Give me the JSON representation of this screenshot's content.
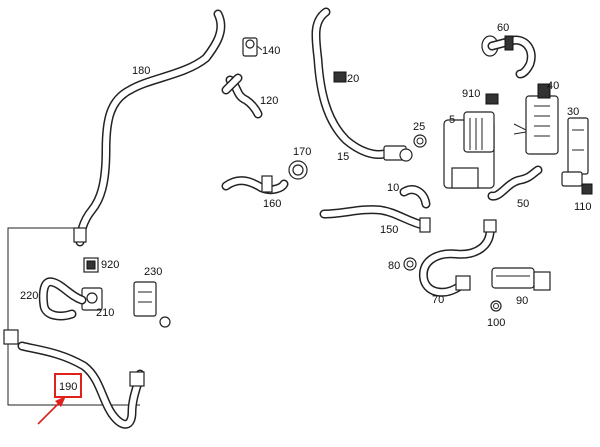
{
  "diagram": {
    "part_labels": [
      "180",
      "140",
      "120",
      "20",
      "60",
      "40",
      "910",
      "5",
      "25",
      "30",
      "170",
      "15",
      "10",
      "160",
      "150",
      "110",
      "50",
      "920",
      "230",
      "80",
      "220",
      "210",
      "90",
      "70",
      "100",
      "190"
    ],
    "highlight": {
      "label": "190",
      "color": "#e0201a"
    },
    "line_color": "#222222"
  }
}
